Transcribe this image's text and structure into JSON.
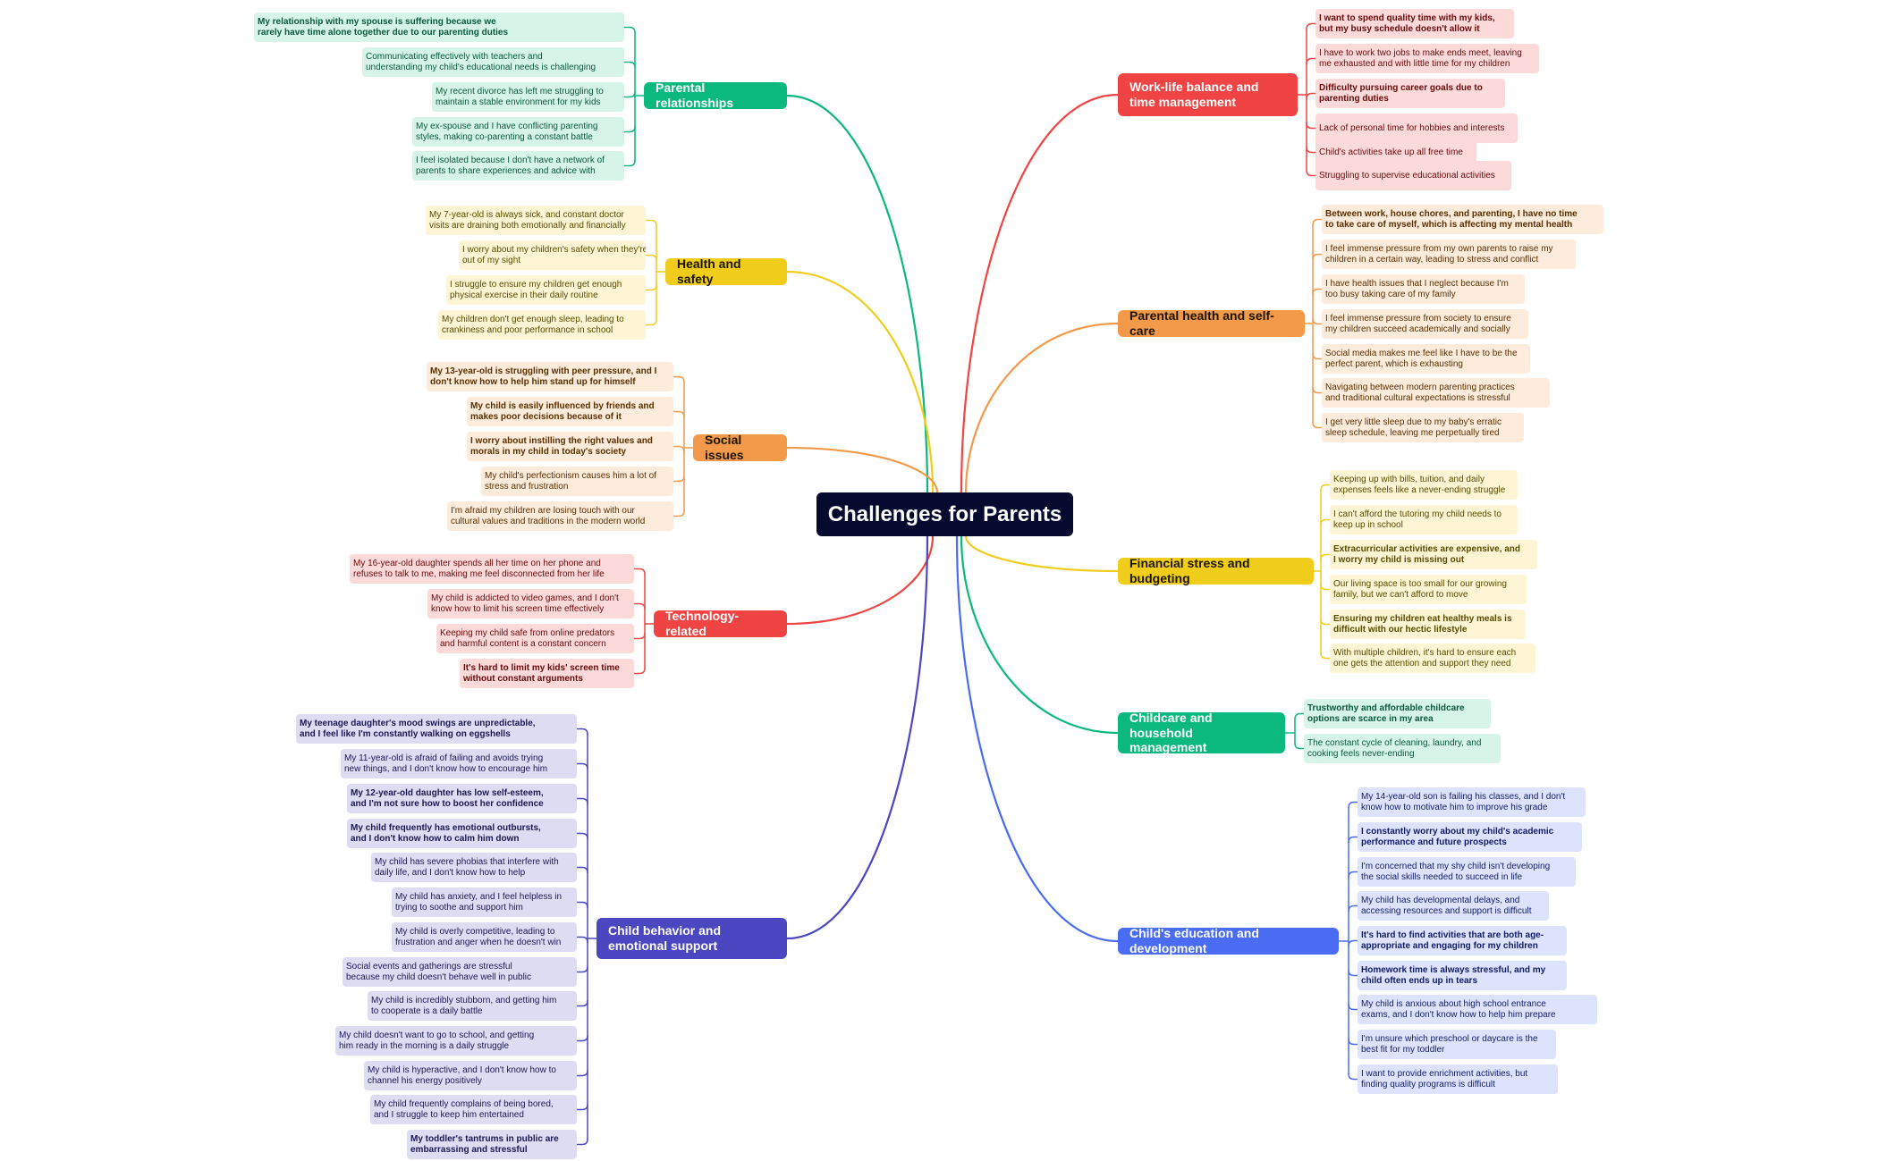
{
  "central": {
    "label": "Challenges for Parents"
  },
  "branches": [
    {
      "key": "parental-relationships",
      "label": "Parental relationships",
      "color": "#0bb87d",
      "leaf_bg": "#d6f5e8",
      "leaf_text": "#0a5a3c",
      "leaves": [
        {
          "lines": [
            "My relationship with my spouse is suffering because we",
            "rarely have time alone together due to our parenting duties"
          ],
          "bold": true
        },
        {
          "lines": [
            "Communicating effectively with teachers and",
            "understanding my child's educational needs is challenging"
          ],
          "bold": false
        },
        {
          "lines": [
            "My recent divorce has left me struggling to",
            "maintain a stable environment for my kids"
          ],
          "bold": false
        },
        {
          "lines": [
            "My ex-spouse and I have conflicting parenting",
            "styles, making co-parenting a constant battle"
          ],
          "bold": false
        },
        {
          "lines": [
            "I feel isolated because I don't have a network of",
            "parents to share experiences and advice with"
          ],
          "bold": false
        }
      ]
    },
    {
      "key": "health-and-safety",
      "label": "Health and safety",
      "color": "#f0cd1a",
      "leaf_bg": "#fdf5d3",
      "leaf_text": "#5a4a00",
      "leaves": [
        {
          "lines": [
            "My 7-year-old is always sick, and constant doctor",
            "visits are draining both emotionally and financially"
          ],
          "bold": false
        },
        {
          "lines": [
            "I worry about my children's safety when they're",
            "out of my sight"
          ],
          "bold": false
        },
        {
          "lines": [
            "I struggle to ensure my children get enough",
            "physical exercise in their daily routine"
          ],
          "bold": false
        },
        {
          "lines": [
            "My children don't get enough sleep, leading to",
            "crankiness and poor performance in school"
          ],
          "bold": false
        }
      ]
    },
    {
      "key": "social-issues",
      "label": "Social issues",
      "color": "#f2994a",
      "leaf_bg": "#fdebdc",
      "leaf_text": "#5a3000",
      "leaves": [
        {
          "lines": [
            "My 13-year-old is struggling with peer pressure, and I",
            "don't know how to help him stand up for himself"
          ],
          "bold": true
        },
        {
          "lines": [
            "My child is easily influenced by friends and",
            "makes poor decisions because of it"
          ],
          "bold": true
        },
        {
          "lines": [
            "I worry about instilling the right values and",
            "morals in my child in today's society"
          ],
          "bold": true
        },
        {
          "lines": [
            "My child's perfectionism causes him a lot of",
            "stress and frustration"
          ],
          "bold": false
        },
        {
          "lines": [
            "I'm afraid my children are losing touch with our",
            "cultural values and traditions in the modern world"
          ],
          "bold": false
        }
      ]
    },
    {
      "key": "technology-related",
      "label": "Technology-related",
      "color": "#f04444",
      "leaf_bg": "#fcdada",
      "leaf_text": "#6a0a0a",
      "leaves": [
        {
          "lines": [
            "My 16-year-old daughter spends all her time on her phone and",
            "refuses to talk to me, making me feel disconnected from her life"
          ],
          "bold": false
        },
        {
          "lines": [
            "My child is addicted to video games, and I don't",
            "know how to limit his screen time effectively"
          ],
          "bold": false
        },
        {
          "lines": [
            "Keeping my child safe from online predators",
            "and harmful content is a constant concern"
          ],
          "bold": false
        },
        {
          "lines": [
            "It's hard to limit my kids' screen time",
            "without constant arguments"
          ],
          "bold": true
        }
      ]
    },
    {
      "key": "child-behavior",
      "label": "Child behavior and emotional support",
      "color": "#4b47c0",
      "leaf_bg": "#dedcf3",
      "leaf_text": "#1a1850",
      "leaves": [
        {
          "lines": [
            "My teenage daughter's mood swings are unpredictable,",
            "and I feel like I'm constantly walking on eggshells"
          ],
          "bold": true
        },
        {
          "lines": [
            "My 11-year-old is afraid of failing and avoids trying",
            "new things, and I don't know how to encourage him"
          ],
          "bold": false
        },
        {
          "lines": [
            "My 12-year-old daughter has low self-esteem,",
            "and I'm not sure how to boost her confidence"
          ],
          "bold": true
        },
        {
          "lines": [
            "My child frequently has emotional outbursts,",
            "and I don't know how to calm him down"
          ],
          "bold": true
        },
        {
          "lines": [
            "My child has severe phobias that interfere with",
            "daily life, and I don't know how to help"
          ],
          "bold": false
        },
        {
          "lines": [
            "My child has anxiety, and I feel helpless in",
            "trying to soothe and support him"
          ],
          "bold": false
        },
        {
          "lines": [
            "My child is overly competitive, leading to",
            "frustration and anger when he doesn't win"
          ],
          "bold": false
        },
        {
          "lines": [
            "Social events and gatherings are stressful",
            "because my child doesn't behave well in public"
          ],
          "bold": false
        },
        {
          "lines": [
            "My child is incredibly stubborn, and getting him",
            "to cooperate is a daily battle"
          ],
          "bold": false
        },
        {
          "lines": [
            "My child doesn't want to go to school, and getting",
            "him ready in the morning is a daily struggle"
          ],
          "bold": false
        },
        {
          "lines": [
            "My child is hyperactive, and I don't know how to",
            "channel his energy positively"
          ],
          "bold": false
        },
        {
          "lines": [
            "My child frequently complains of being bored,",
            "and I struggle to keep him entertained"
          ],
          "bold": false
        },
        {
          "lines": [
            "My toddler's tantrums in public are",
            "embarrassing and stressful"
          ],
          "bold": true
        }
      ]
    },
    {
      "key": "work-life-balance",
      "label": "Work-life balance and time management",
      "color": "#f04444",
      "leaf_bg": "#fcdada",
      "leaf_text": "#6a0a0a",
      "leaves": [
        {
          "lines": [
            "I want to spend quality time with my kids,",
            "but my busy schedule doesn't allow it"
          ],
          "bold": true
        },
        {
          "lines": [
            "I have to work two jobs to make ends meet, leaving",
            "me exhausted and with little time for my children"
          ],
          "bold": false
        },
        {
          "lines": [
            "Difficulty pursuing career goals due to",
            "parenting duties"
          ],
          "bold": true
        },
        {
          "lines": [
            "Lack of personal time for hobbies and interests"
          ],
          "bold": false
        },
        {
          "lines": [
            "Child's activities take up all free time"
          ],
          "bold": false
        },
        {
          "lines": [
            "Struggling to supervise educational activities"
          ],
          "bold": false
        }
      ]
    },
    {
      "key": "parental-health",
      "label": "Parental health and self-care",
      "color": "#f2994a",
      "leaf_bg": "#fdebdc",
      "leaf_text": "#5a3000",
      "leaves": [
        {
          "lines": [
            "Between work, house chores, and parenting, I have no time",
            "to take care of myself, which is affecting my mental health"
          ],
          "bold": true
        },
        {
          "lines": [
            "I feel immense pressure from my own parents to raise my",
            "children in a certain way, leading to stress and conflict"
          ],
          "bold": false
        },
        {
          "lines": [
            "I have health issues that I neglect because I'm",
            "too busy taking care of my family"
          ],
          "bold": false
        },
        {
          "lines": [
            "I feel immense pressure from society to ensure",
            "my children succeed academically and socially"
          ],
          "bold": false
        },
        {
          "lines": [
            "Social media makes me feel like I have to be the",
            "perfect parent, which is exhausting"
          ],
          "bold": false
        },
        {
          "lines": [
            "Navigating between modern parenting practices",
            "and traditional cultural expectations is stressful"
          ],
          "bold": false
        },
        {
          "lines": [
            "I get very little sleep due to my baby's erratic",
            "sleep schedule, leaving me perpetually tired"
          ],
          "bold": false
        }
      ]
    },
    {
      "key": "financial-stress",
      "label": "Financial stress and budgeting",
      "color": "#f0cd1a",
      "leaf_bg": "#fdf5d3",
      "leaf_text": "#5a4a00",
      "leaves": [
        {
          "lines": [
            "Keeping up with bills, tuition, and daily",
            "expenses feels like a never-ending struggle"
          ],
          "bold": false
        },
        {
          "lines": [
            "I can't afford the tutoring my child needs to",
            "keep up in school"
          ],
          "bold": false
        },
        {
          "lines": [
            "Extracurricular activities are expensive, and",
            "I worry my child is missing out"
          ],
          "bold": true
        },
        {
          "lines": [
            "Our living space is too small for our growing",
            "family, but we can't afford to move"
          ],
          "bold": false
        },
        {
          "lines": [
            "Ensuring my children eat healthy meals is",
            "difficult with our hectic lifestyle"
          ],
          "bold": true
        },
        {
          "lines": [
            "With multiple children, it's hard to ensure each",
            "one gets the attention and support they need"
          ],
          "bold": false
        }
      ]
    },
    {
      "key": "childcare-household",
      "label": "Childcare and household management",
      "color": "#0bb87d",
      "leaf_bg": "#d6f5e8",
      "leaf_text": "#0a5a3c",
      "leaves": [
        {
          "lines": [
            "Trustworthy and affordable childcare",
            "options are scarce in my area"
          ],
          "bold": true
        },
        {
          "lines": [
            "The constant cycle of cleaning, laundry, and",
            "cooking feels never-ending"
          ],
          "bold": false
        }
      ]
    },
    {
      "key": "child-education",
      "label": "Child's education and development",
      "color": "#4a6cf2",
      "leaf_bg": "#dde3fc",
      "leaf_text": "#0f1c66",
      "leaves": [
        {
          "lines": [
            "My 14-year-old son is failing his classes, and I don't",
            "know how to motivate him to improve his grade"
          ],
          "bold": false
        },
        {
          "lines": [
            "I constantly worry about my child's academic",
            "performance and future prospects"
          ],
          "bold": true
        },
        {
          "lines": [
            "I'm concerned that my shy child isn't developing",
            "the social skills needed to succeed in life"
          ],
          "bold": false
        },
        {
          "lines": [
            "My child has developmental delays, and",
            "accessing resources and support is difficult"
          ],
          "bold": false
        },
        {
          "lines": [
            "It's hard to find activities that are both age-",
            "appropriate and engaging for my children"
          ],
          "bold": true
        },
        {
          "lines": [
            "Homework time is always stressful, and my",
            "child often ends up in tears"
          ],
          "bold": true
        },
        {
          "lines": [
            "My child is anxious about high school entrance",
            "exams, and I don't know how to help him prepare"
          ],
          "bold": false
        },
        {
          "lines": [
            "I'm unsure which preschool or daycare is the",
            "best fit for my toddler"
          ],
          "bold": false
        },
        {
          "lines": [
            "I want to provide enrichment activities, but",
            "finding quality programs is difficult"
          ],
          "bold": false
        }
      ]
    }
  ]
}
